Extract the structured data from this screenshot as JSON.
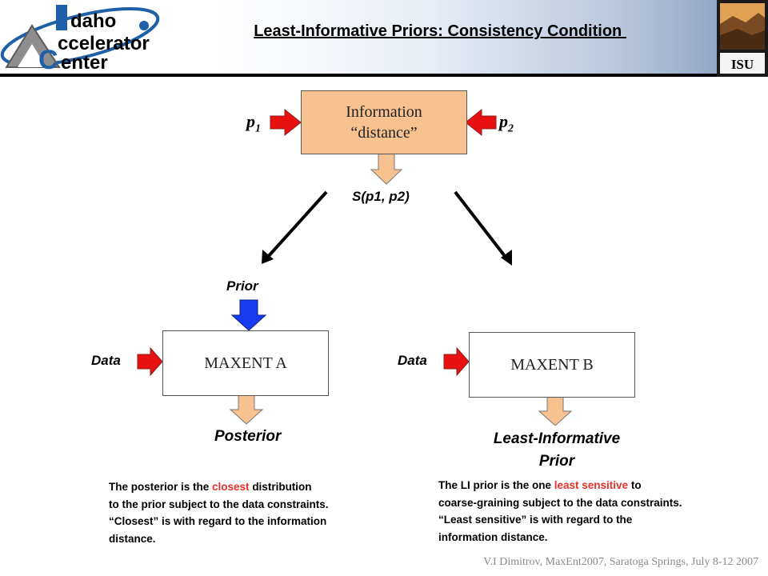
{
  "header": {
    "title": "Least-Informative Priors: Consistency Condition ",
    "logo_left": "Idaho Accelerator Center",
    "logo_right": "ISU"
  },
  "diagram": {
    "info_box_line1": "Information",
    "info_box_line2": "“distance”",
    "p1_label": "p",
    "p1_sub": "1",
    "p2_label": "p",
    "p2_sub": "2",
    "s_label": "S(p1, p2)",
    "prior_label": "Prior",
    "maxent_a": "MAXENT A",
    "maxent_b": "MAXENT B",
    "data_left": "Data",
    "data_right": "Data",
    "posterior_label": "Posterior",
    "li_prior_line1": "Least-Informative",
    "li_prior_line2": "Prior"
  },
  "notes": {
    "left": {
      "l1_pre": "The posterior is the ",
      "l1_red": "closest",
      "l1_post": "  distribution",
      "l2": "to the prior subject to the data constraints.",
      "l3": "“Closest” is with regard to the information",
      "l4": "distance."
    },
    "right": {
      "l1_pre": "The LI prior is the one ",
      "l1_red": "least sensitive",
      "l1_post": "  to",
      "l2": "coarse-graining subject to the data constraints.",
      "l3": "“Least sensitive” is with regard to the",
      "l4": "information distance."
    }
  },
  "footer": "V.I Dimitrov, MaxEnt2007, Saratoga Springs, July 8-12 2007",
  "colors": {
    "info_box": "#f7c28f",
    "input_arrow": "#e81010",
    "output_arrow": "#f7c28f",
    "prior_arrow": "#1a3cf0",
    "highlight_text": "#e8302a"
  }
}
